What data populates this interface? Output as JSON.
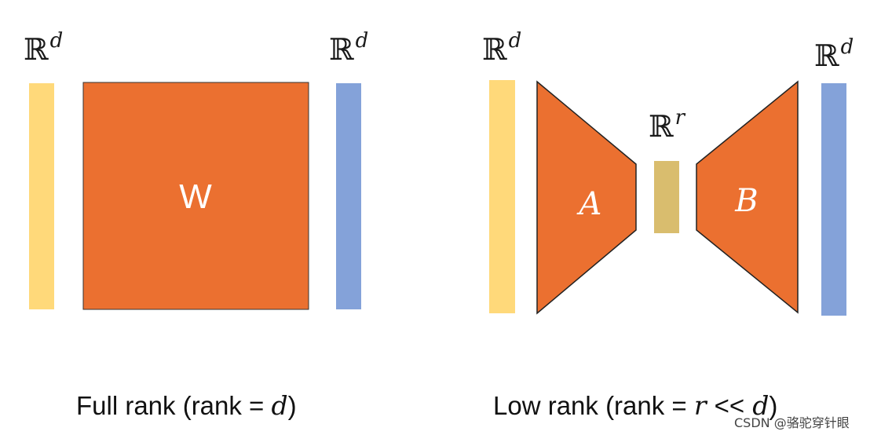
{
  "full_rank": {
    "input_space": {
      "symbol": "ℝ",
      "exponent": "d"
    },
    "output_space": {
      "symbol": "ℝ",
      "exponent": "d"
    },
    "matrix_label": "W",
    "caption": {
      "prefix": "Full rank (rank = ",
      "var": "d",
      "suffix": ")"
    }
  },
  "low_rank": {
    "input_space": {
      "symbol": "ℝ",
      "exponent": "d"
    },
    "bottleneck_space": {
      "symbol": "ℝ",
      "exponent": "r"
    },
    "output_space": {
      "symbol": "ℝ",
      "exponent": "d"
    },
    "matrix_a_label": "A",
    "matrix_b_label": "B",
    "caption": {
      "prefix": "Low rank (rank = ",
      "var1": "r",
      "middle": "<<",
      "var2": "d",
      "suffix": ")"
    }
  },
  "watermark": "CSDN @骆驼穿针眼",
  "colors": {
    "input_bar": "#FFD97A",
    "output_bar": "#84A2D9",
    "matrix": "#EB7030",
    "bottleneck_bar": "#D9BD6E",
    "matrix_text": "#FFFFFF"
  }
}
